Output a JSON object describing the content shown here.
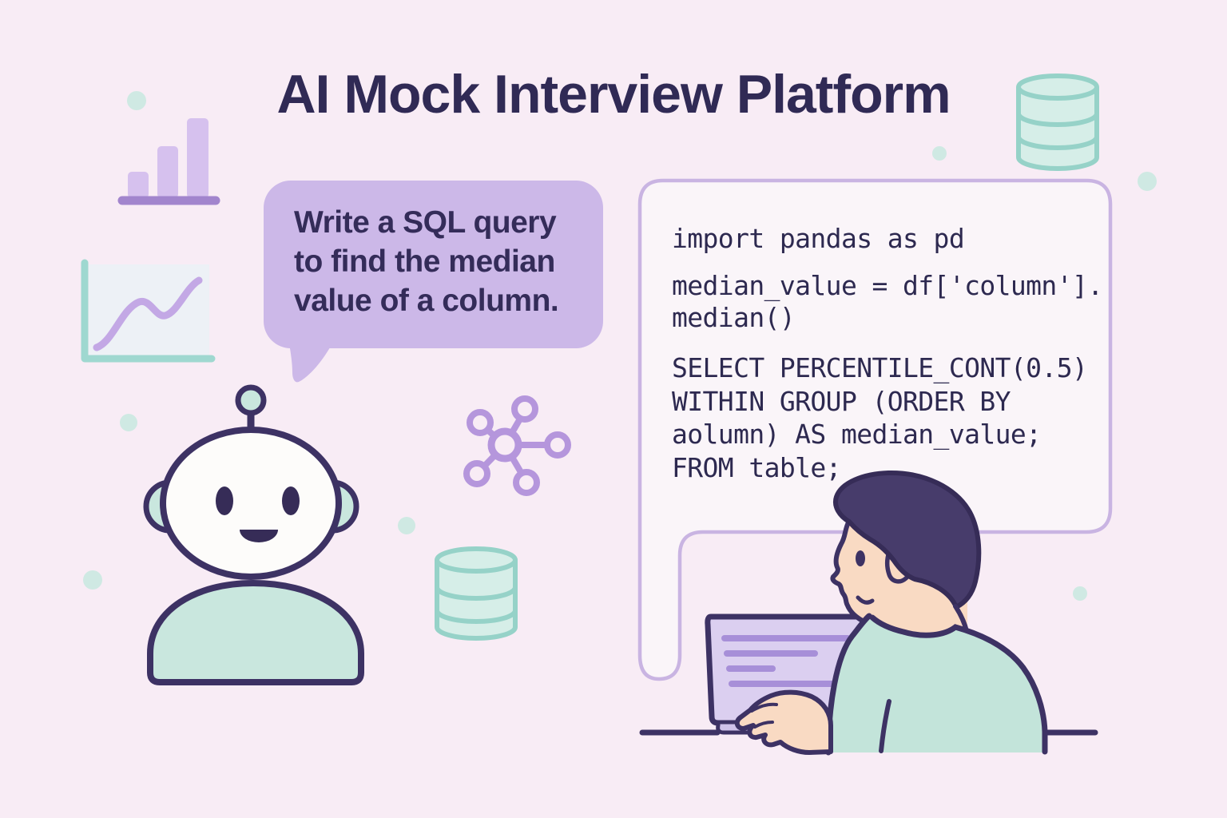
{
  "title": "AI Mock Interview Platform",
  "speech_bubble": {
    "lines": [
      "Write a SQL query",
      "to find the median",
      "value of a column."
    ]
  },
  "code_panel": {
    "lines": [
      "import pandas as pd",
      "median_value = df['column'].",
      "median()",
      "SELECT PERCENTILE_CONT(0.5)",
      "WITHIN GROUP (ORDER BY",
      "aolumn) AS median_value;",
      "FROM table;"
    ]
  },
  "illustration": {
    "elements": [
      "robot-assistant",
      "person-at-laptop",
      "bar-chart-icon",
      "line-chart-icon",
      "network-icon",
      "database-icon-middle",
      "database-icon-top-right",
      "decor-dots"
    ]
  },
  "colors": {
    "background": "#f8ecf5",
    "title_text": "#302a55",
    "bubble_fill": "#ccb8e8",
    "bubble_text": "#342c59",
    "panel_fill": "#faf5f9",
    "panel_border": "#c9b4e2",
    "code_text": "#2d2950",
    "outline_dark": "#3d3264",
    "mint_fill": "#c9e7de",
    "mint_stroke": "#96d2c8",
    "network_purple": "#b596dc",
    "bar_lavender": "#d6c1ee",
    "bar_baseline": "#a285cd",
    "screen_fill": "#dbcff0",
    "screen_bar": "#a78fd8",
    "skin": "#f9dac3",
    "hair": "#473c6b",
    "shirt": "#c3e4da",
    "dot_mint": "#cfe9e3",
    "wave_purple": "#c3a8e5",
    "axis_teal": "#9fd8d0"
  }
}
